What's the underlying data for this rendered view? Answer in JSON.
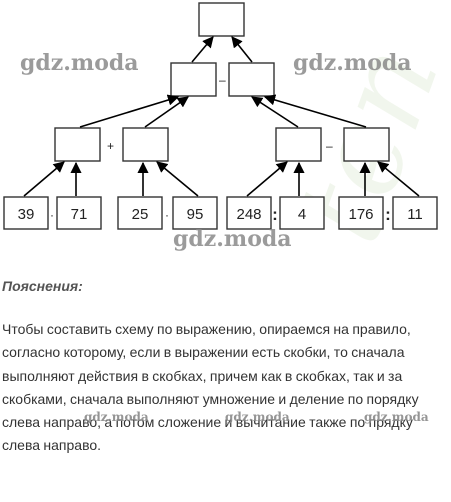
{
  "diagram": {
    "leaves": [
      "39",
      "71",
      "25",
      "95",
      "248",
      "4",
      "176",
      "11"
    ],
    "ops": {
      "a": "·",
      "b": "·",
      "c": ":",
      "d": ":",
      "left_sum": "+",
      "right_diff": "–",
      "top_diff": "–"
    }
  },
  "watermarks": {
    "main": "gdz.moda",
    "small": "gdz.moda"
  },
  "explanation": {
    "heading": "Пояснения:",
    "body": "Чтобы составить схему по выражению, опираемся на правило, согласно которому, если в выражении есть скобки, то сначала выполняют действия в скобках, причем как в скобках, так и за скобками, сначала выполняют умножение и деление по порядку слева направо, а потом сложение и вычитание также по прядку слева направо."
  }
}
